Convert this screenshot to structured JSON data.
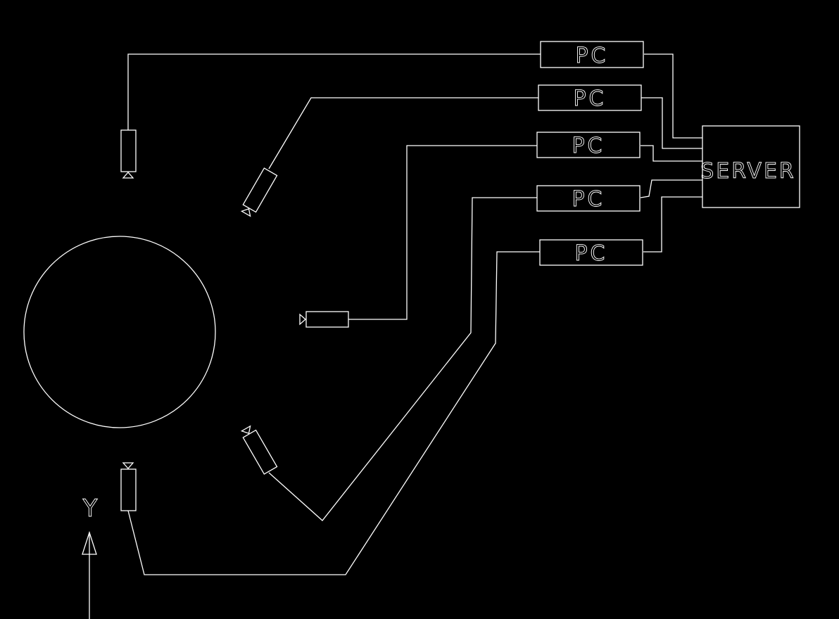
{
  "diagram": {
    "computers": [
      {
        "label": "PC"
      },
      {
        "label": "PC"
      },
      {
        "label": "PC"
      },
      {
        "label": "PC"
      },
      {
        "label": "PC"
      }
    ],
    "server": {
      "label": "SERVER"
    },
    "axis": {
      "label": "Y"
    },
    "colors": {
      "background": "#000000",
      "line": "#ffffff"
    }
  }
}
